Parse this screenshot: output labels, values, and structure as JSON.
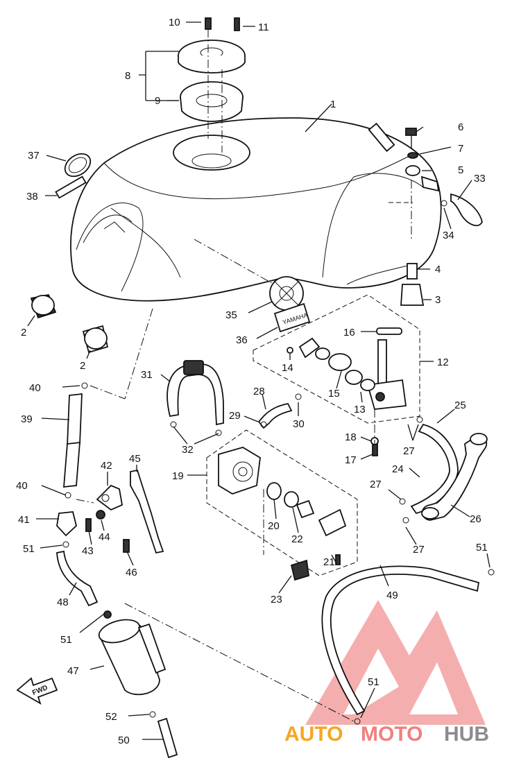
{
  "labels": {
    "l1": "1",
    "l2a": "2",
    "l2b": "2",
    "l3": "3",
    "l4": "4",
    "l5": "5",
    "l6": "6",
    "l7": "7",
    "l8": "8",
    "l9": "9",
    "l10": "10",
    "l11": "11",
    "l12": "12",
    "l13": "13",
    "l14": "14",
    "l15": "15",
    "l16": "16",
    "l17": "17",
    "l18": "18",
    "l19": "19",
    "l20": "20",
    "l21": "21",
    "l22": "22",
    "l23": "23",
    "l24": "24",
    "l25": "25",
    "l26": "26",
    "l27a": "27",
    "l27b": "27",
    "l27c": "27",
    "l28": "28",
    "l29": "29",
    "l30": "30",
    "l31": "31",
    "l32": "32",
    "l33": "33",
    "l34": "34",
    "l35": "35",
    "l36": "36",
    "l37": "37",
    "l38": "38",
    "l39": "39",
    "l40a": "40",
    "l40b": "40",
    "l41": "41",
    "l42": "42",
    "l43": "43",
    "l44": "44",
    "l45": "45",
    "l46": "46",
    "l47": "47",
    "l48": "48",
    "l49": "49",
    "l50": "50",
    "l51a": "51",
    "l51b": "51",
    "l51c": "51",
    "l51d": "51",
    "l52": "52"
  },
  "badges": {
    "fwd": "FWD",
    "emblem_text": "YAMAHA"
  },
  "watermark": {
    "text_orange": "AUTO",
    "text_red": "MOTO",
    "text_gray": "HUB",
    "color_orange": "#f5a623",
    "color_red": "#f08080",
    "color_gray": "#8c8c8c"
  }
}
